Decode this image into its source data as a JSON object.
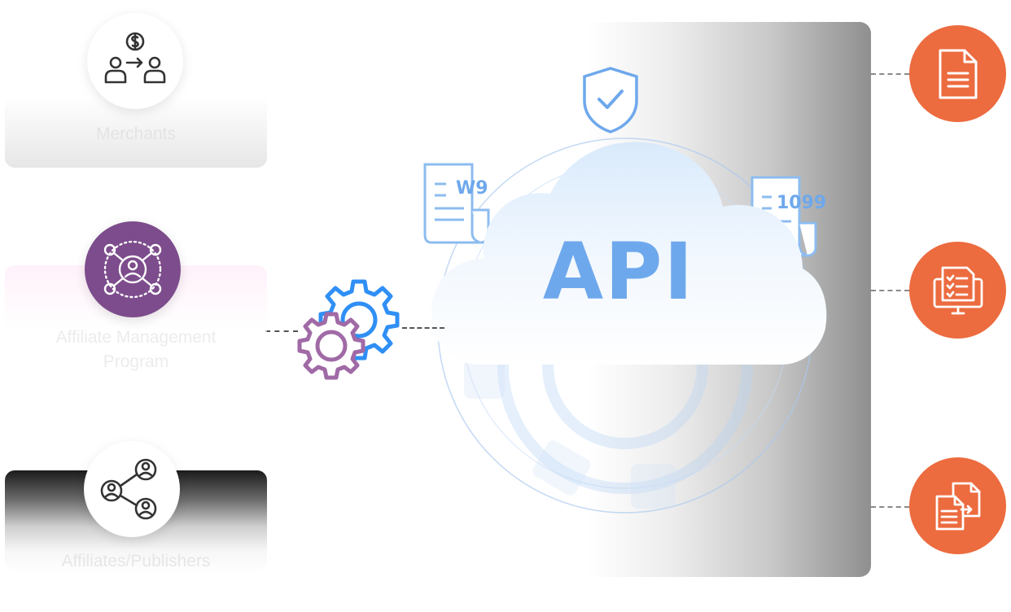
{
  "left_nodes": {
    "merchants": {
      "label": "Merchants",
      "icon": "merchant-payment-icon"
    },
    "amp": {
      "label_line1": "Affiliate Management",
      "label_line2": "Program",
      "icon": "affiliate-network-icon"
    },
    "affiliates": {
      "label": "Affiliates/Publishers",
      "icon": "people-share-icon"
    }
  },
  "center": {
    "cloud_label": "API",
    "doc_left_label": "W9",
    "doc_right_label": "1099",
    "icons": [
      "shield-check-icon",
      "w9-document-icon",
      "1099-document-icon",
      "gears-icon",
      "cloud-icon"
    ]
  },
  "right_nodes": [
    {
      "icon": "document-icon"
    },
    {
      "icon": "monitor-checklist-icon"
    },
    {
      "icon": "document-transfer-icon"
    }
  ],
  "colors": {
    "orange": "#ec6b3f",
    "purple": "#7d4c8c",
    "blue": "#6ea8ec",
    "gear_blue": "#2f8ff5",
    "gear_purple": "#a06aa6"
  }
}
